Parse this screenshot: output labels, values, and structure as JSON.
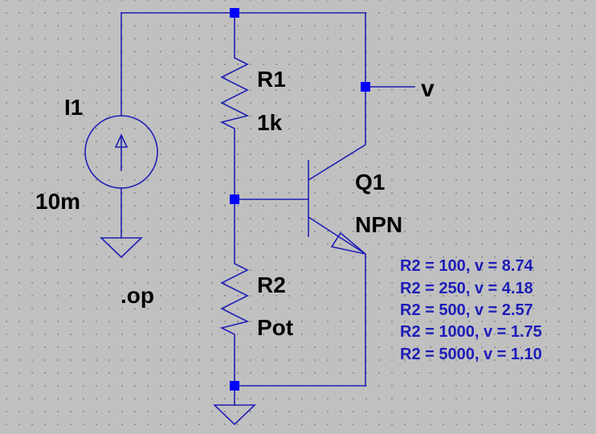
{
  "components": {
    "I1": {
      "name": "I1",
      "value": "10m"
    },
    "R1": {
      "name": "R1",
      "value": "1k"
    },
    "R2": {
      "name": "R2",
      "value": "Pot"
    },
    "Q1": {
      "name": "Q1",
      "value": "NPN"
    }
  },
  "net_label": "v",
  "directive": ".op",
  "results": [
    "R2 = 100, v = 8.74",
    "R2 = 250, v = 4.18",
    "R2 = 500, v = 2.57",
    "R2 = 1000, v = 1.75",
    "R2 = 5000, v = 1.10"
  ],
  "colors": {
    "wire": "#1f1fb4",
    "junction": "#0000ff",
    "background": "#c0c0c0",
    "result_text": "#1d1db8"
  }
}
